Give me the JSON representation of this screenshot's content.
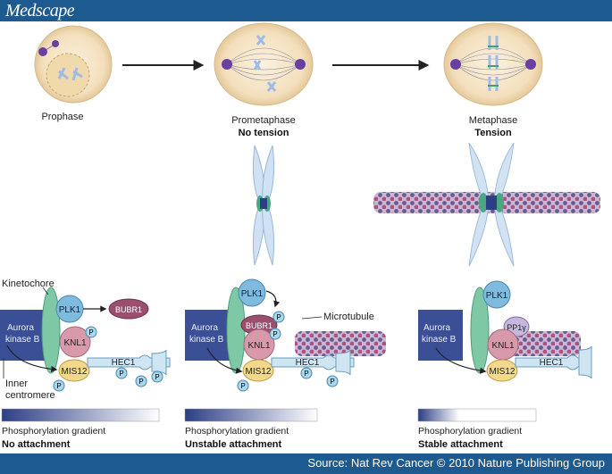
{
  "header": {
    "brand": "Medscape"
  },
  "footer": {
    "source": "Source: Nat Rev Cancer © 2010 Nature Publishing Group"
  },
  "stages": {
    "prophase": "Prophase",
    "prometaphase": "Prometaphase",
    "prometaphase_sub": "No tension",
    "metaphase": "Metaphase",
    "metaphase_sub": "Tension"
  },
  "labels": {
    "kinetochore": "Kinetochore",
    "inner_centromere_1": "Inner",
    "inner_centromere_2": "centromere",
    "microtubule": "Microtubule"
  },
  "proteins": {
    "aurora_1": "Aurora",
    "aurora_2": "kinase B",
    "plk1": "PLK1",
    "bubr1": "BUBR1",
    "knl1": "KNL1",
    "mis12": "MIS12",
    "hec1": "HEC1",
    "pp1": "PP1γ",
    "p": "P"
  },
  "gradient_label": "Phosphorylation gradient",
  "panels": {
    "left": "No attachment",
    "middle": "Unstable attachment",
    "right": "Stable attachment"
  },
  "colors": {
    "header": "#1d5a8f",
    "aurora": "#3a4f96",
    "plk1": "#7fbadf",
    "bubr1": "#9b4f6e",
    "knl1": "#d89aaa",
    "mis12": "#f2d98a",
    "hec1": "#cfe6f2",
    "kinetochore": "#7ec8a6",
    "phospho": "#a9d8ee"
  }
}
